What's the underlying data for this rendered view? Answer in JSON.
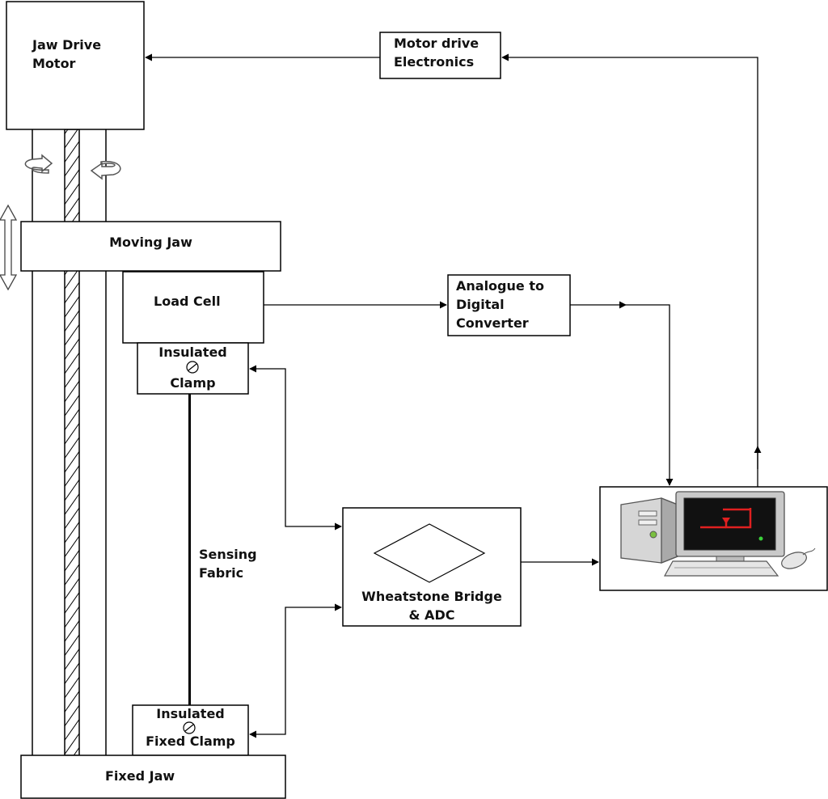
{
  "blocks": {
    "motor": {
      "line1": "Jaw Drive",
      "line2": "Motor"
    },
    "motor_drive": {
      "line1": "Motor drive",
      "line2": "Electronics"
    },
    "moving_jaw": {
      "label": "Moving Jaw"
    },
    "load_cell": {
      "label": "Load Cell"
    },
    "adc": {
      "line1": "Analogue to",
      "line2": "Digital",
      "line3": "Converter"
    },
    "top_clamp": {
      "line1": "Insulated",
      "line2": "Clamp"
    },
    "fabric": {
      "line1": "Sensing",
      "line2": "Fabric"
    },
    "bridge": {
      "line1": "Wheatstone Bridge",
      "line2": "& ADC"
    },
    "bottom_clamp": {
      "line1": "Insulated",
      "line2": "Fixed Clamp"
    },
    "fixed_jaw": {
      "label": "Fixed Jaw"
    }
  },
  "colors": {
    "line": "#000000",
    "screen": "#111111",
    "screen_icon": "#e02020",
    "case": "#b8b8b8"
  },
  "icons": [
    "rotation-arrow-icon",
    "vertical-double-arrow-icon",
    "computer-icon",
    "screw-icon"
  ]
}
